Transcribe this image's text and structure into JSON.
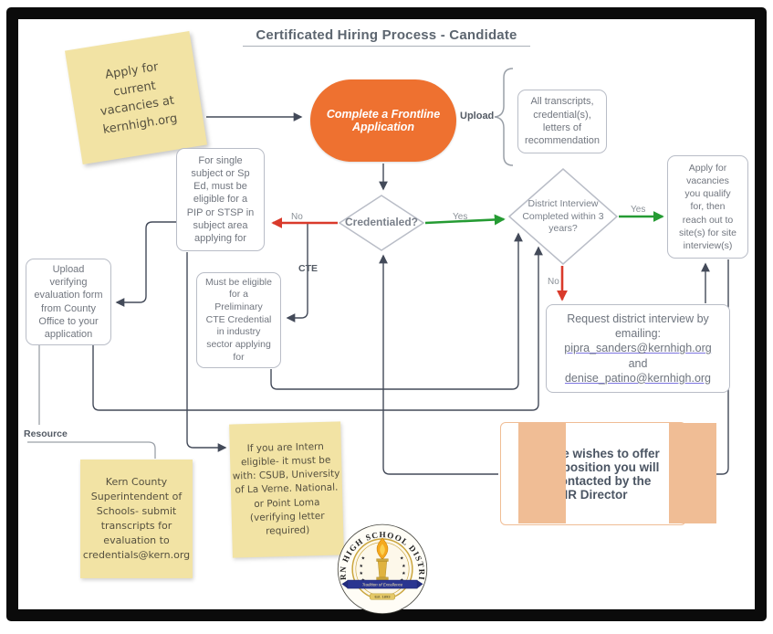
{
  "title": "Certificated Hiring Process - Candidate",
  "colors": {
    "accent_orange": "#ee7130",
    "sticky_yellow": "#f2e3a4",
    "edge_red": "#d93a2b",
    "edge_green": "#259b33",
    "box_border": "#b9bdc7",
    "site_box_border": "#f0bd95"
  },
  "edge_labels": {
    "no_left": "No",
    "yes_right": "Yes",
    "yes_far": "Yes",
    "no_down": "No",
    "cte": "CTE",
    "upload": "Upload",
    "resource": "Resource"
  },
  "nodes": {
    "sticky_apply": "Apply for\ncurrent\nvacancies at\nkernhigh.org",
    "start": "Complete a Frontline\nApplication",
    "upload_docs": "All transcripts,\ncredential(s),\nletters of\nrecommendation",
    "credentialed": "Credentialed?",
    "single_subject": "For single\nsubject or Sp\nEd, must be\neligible for a\nPIP or STSP in\nsubject area\napplying for",
    "cte_requirement": "Must be eligible\nfor a\nPreliminary\nCTE Credential\nin industry\nsector applying\nfor",
    "upload_evaluation": "Upload\nverifying\nevaluation form\nfrom County\nOffice to your\napplication",
    "district_interview": "District Interview\nCompleted within 3\nyears?",
    "apply_vacancies": "Apply for\nvacancies\nyou qualify\nfor, then\nreach out to\nsite(s) for site\ninterview(s)",
    "request_interview": {
      "heading": "Request district interview by\nemailing:",
      "email1": "pipra_sanders@kernhigh.org",
      "conjunction": "and",
      "email2": "denise_patino@kernhigh.org"
    },
    "site_offer": "If a site wishes to offer\nyou a position you will\nbe contacted by the\nHR Director",
    "sticky_intern": "If you are Intern\neligible- it must be\nwith: CSUB, University\nof La Verne. National.\nor Point Loma\n(verifying letter\nrequired)",
    "sticky_kern": "Kern County\nSuperintendent of\nSchools- submit\ntranscripts for\nevaluation to\ncredentials@kern.org"
  },
  "logo": {
    "ring_text": "KERN HIGH SCHOOL DISTRICT",
    "banner": "Tradition of Excellence",
    "est": "Est. 1893",
    "star": "★"
  }
}
